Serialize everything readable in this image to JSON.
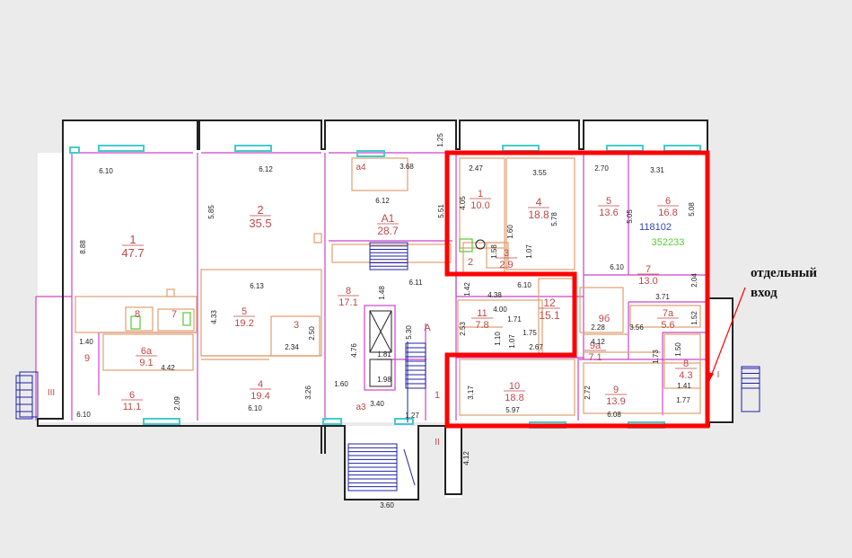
{
  "colors": {
    "wall": "#222222",
    "partition": "#cc44cc",
    "room_fill": "#ffffff",
    "room_line": "#e0a070",
    "label": "#c04848",
    "dim": "#222222",
    "highlight": "#ff0000",
    "stair": "#2222aa",
    "window": "#44cccc",
    "green": "#55cc33",
    "blue_text": "#3344bb"
  },
  "rooms": [
    {
      "id": "r-1-left",
      "number": "1",
      "area": "47.7"
    },
    {
      "id": "r-2",
      "number": "2",
      "area": "35.5"
    },
    {
      "id": "r-a1",
      "number": "A1",
      "area": "28.7"
    },
    {
      "id": "r-a4",
      "number": "a4",
      "area": ""
    },
    {
      "id": "r-h1",
      "number": "1",
      "area": "10.0"
    },
    {
      "id": "r-h4",
      "number": "4",
      "area": "18.8"
    },
    {
      "id": "r-h2",
      "number": "2",
      "area": ""
    },
    {
      "id": "r-h3",
      "number": "3",
      "area": "2.9"
    },
    {
      "id": "r-5r",
      "number": "5",
      "area": "13.6"
    },
    {
      "id": "r-6r",
      "number": "6",
      "area": "16.8"
    },
    {
      "id": "r-7r",
      "number": "7",
      "area": "13.0"
    },
    {
      "id": "r-8m",
      "number": "8",
      "area": "17.1"
    },
    {
      "id": "r-5m",
      "number": "5",
      "area": "19.2"
    },
    {
      "id": "r-3m",
      "number": "3",
      "area": ""
    },
    {
      "id": "r-4m",
      "number": "4",
      "area": "19.4"
    },
    {
      "id": "r-6a",
      "number": "6a",
      "area": "9.1"
    },
    {
      "id": "r-6l",
      "number": "6",
      "area": "11.1"
    },
    {
      "id": "r-9l",
      "number": "9",
      "area": ""
    },
    {
      "id": "r-8l",
      "number": "8",
      "area": ""
    },
    {
      "id": "r-7l",
      "number": "7",
      "area": ""
    },
    {
      "id": "r-11",
      "number": "11",
      "area": "7.8"
    },
    {
      "id": "r-12",
      "number": "12",
      "area": "15.1"
    },
    {
      "id": "r-10",
      "number": "10",
      "area": "18.8"
    },
    {
      "id": "r-9b",
      "number": "9б",
      "area": ""
    },
    {
      "id": "r-9a",
      "number": "9a",
      "area": "7.1"
    },
    {
      "id": "r-7a",
      "number": "7a",
      "area": "5.6"
    },
    {
      "id": "r-9r",
      "number": "9",
      "area": "13.9"
    },
    {
      "id": "r-8r",
      "number": "8",
      "area": "4.3"
    },
    {
      "id": "r-a3",
      "number": "a3",
      "area": ""
    },
    {
      "id": "r-A",
      "number": "A",
      "area": ""
    },
    {
      "id": "r-1c",
      "number": "1",
      "area": ""
    }
  ],
  "dimensions": [
    "6.10",
    "6.12",
    "3.68",
    "1.25",
    "2.47",
    "3.55",
    "2.70",
    "3.31",
    "5.85",
    "8.88",
    "6.12",
    "5.51",
    "4.05",
    "5.78",
    "5.05",
    "5.08",
    "1.60",
    "1.58",
    "1.07",
    "6.10",
    "2.04",
    "6.13",
    "6.11",
    "1.48",
    "4.38",
    "6.10",
    "4.33",
    "2.50",
    "2.34",
    "4.00",
    "1.71",
    "1.42",
    "2.53",
    "1.10",
    "1.07",
    "1.75",
    "2.67",
    "5.30",
    "4.76",
    "1.40",
    "4.42",
    "2.28",
    "3.56",
    "3.71",
    "1.52",
    "4.12",
    "1.73",
    "1.50",
    "1.60",
    "3.26",
    "3.17",
    "5.97",
    "2.72",
    "1.41",
    "1.77",
    "6.08",
    "2.09",
    "6.10",
    "6.10",
    "3.40",
    "1.27",
    "4.12",
    "3.60",
    "1.81",
    "1.98"
  ],
  "cadastral": {
    "blue": "118102",
    "green": "352233"
  },
  "axes": [
    "III",
    "II",
    "I"
  ],
  "annotation": {
    "line1": "отдельный",
    "line2": "вход"
  }
}
